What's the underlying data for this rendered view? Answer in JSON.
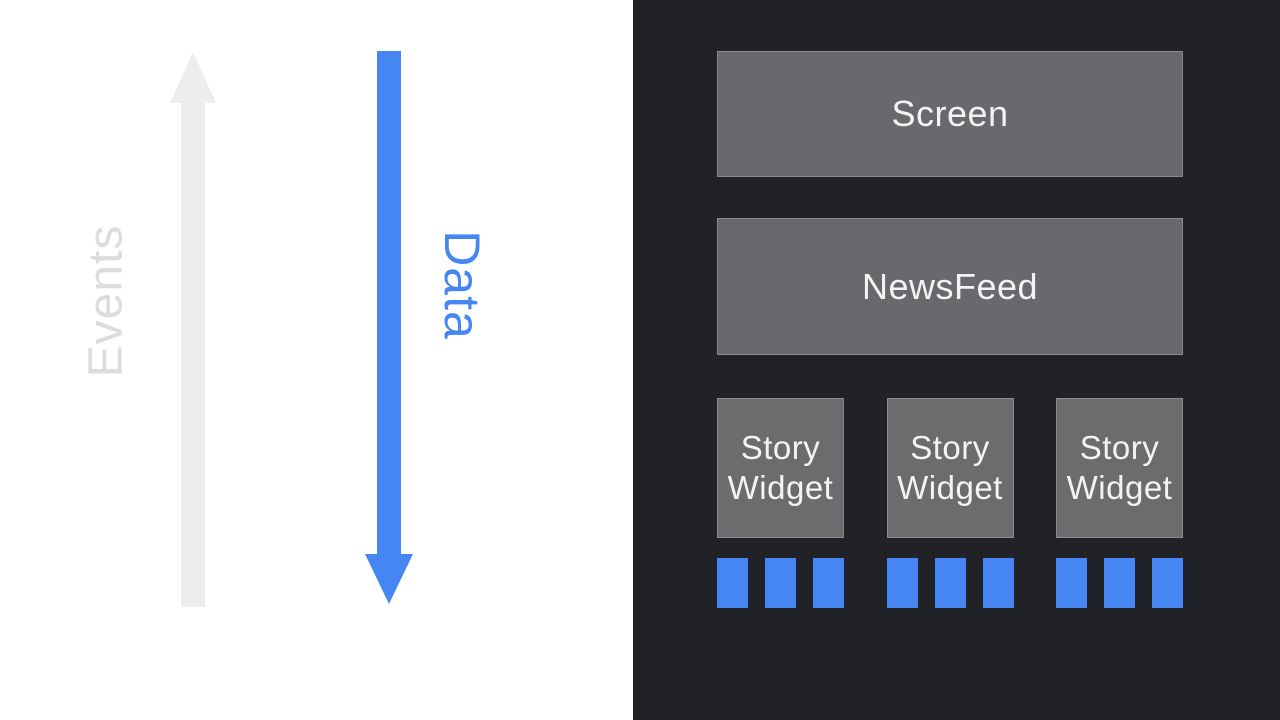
{
  "colors": {
    "left_background": "#ffffff",
    "right_background": "#202227",
    "box_gray": "#68696c",
    "box_text": "#f3f3f3",
    "accent_blue": "#4686f3",
    "events_arrow_gray": "#ededee",
    "events_text_gray": "#dcdcdc"
  },
  "left": {
    "events_label": "Events",
    "events_arrow_direction": "up",
    "data_label": "Data",
    "data_arrow_direction": "down"
  },
  "right": {
    "screen_label": "Screen",
    "newsfeed_label": "NewsFeed",
    "story_widgets": [
      {
        "label": "Story Widget"
      },
      {
        "label": "Story Widget"
      },
      {
        "label": "Story Widget"
      }
    ],
    "blue_blocks_per_widget": 3
  }
}
